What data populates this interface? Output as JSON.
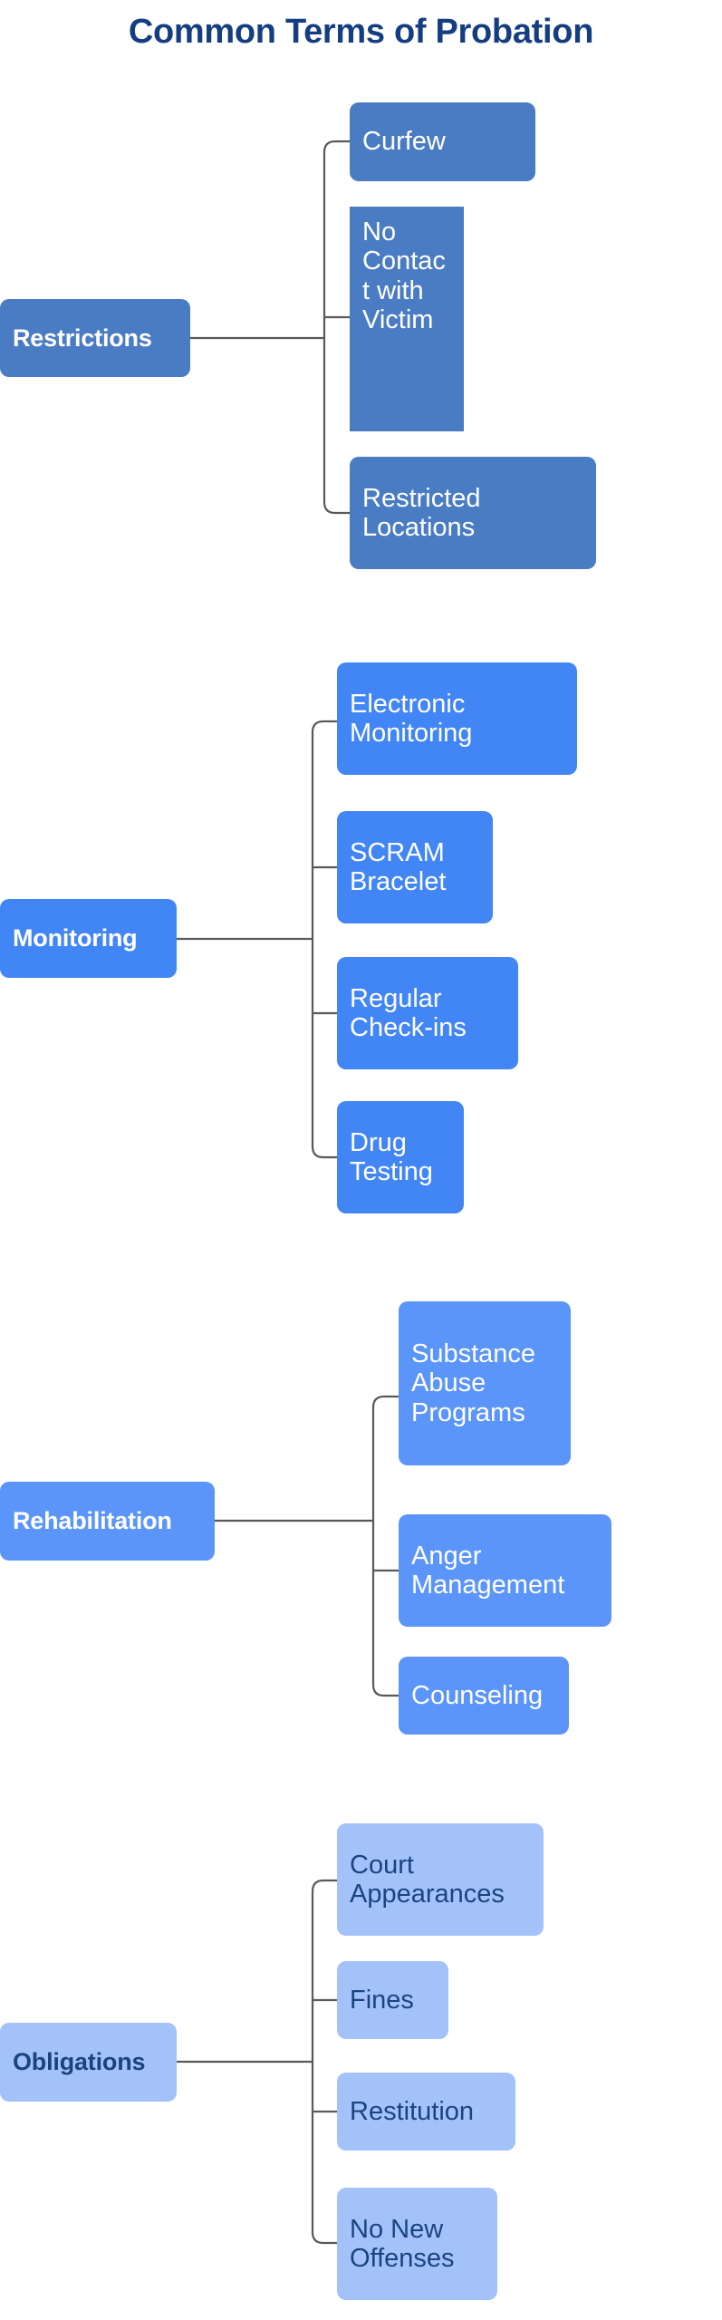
{
  "page": {
    "title": "Common Terms of Probation",
    "background_color": "#ffffff",
    "title_color": "#153e82",
    "connector_color": "#595959"
  },
  "diagram": {
    "type": "mind-map",
    "orientation": "parent-left-children-right",
    "groups": [
      {
        "id": "restrictions",
        "parent_label": "Restrictions",
        "fill_color": "#4a7cc4",
        "text_color": "#ffffff",
        "children": [
          {
            "label": "Curfew"
          },
          {
            "label": "No Contact with Victim"
          },
          {
            "label": "Restricted Locations"
          }
        ]
      },
      {
        "id": "monitoring",
        "parent_label": "Monitoring",
        "fill_color": "#4285f4",
        "text_color": "#ffffff",
        "children": [
          {
            "label": "Electronic Monitoring"
          },
          {
            "label": "SCRAM Bracelet"
          },
          {
            "label": "Regular Check-ins"
          },
          {
            "label": "Drug Testing"
          }
        ]
      },
      {
        "id": "rehabilitation",
        "parent_label": "Rehabilitation",
        "fill_color": "#5b95f9",
        "text_color": "#ffffff",
        "children": [
          {
            "label": "Substance Abuse Programs"
          },
          {
            "label": "Anger Management"
          },
          {
            "label": "Counseling"
          }
        ]
      },
      {
        "id": "obligations",
        "parent_label": "Obligations",
        "fill_color": "#a4c2fa",
        "text_color": "#1a4480",
        "children": [
          {
            "label": "Court Appearances"
          },
          {
            "label": "Fines"
          },
          {
            "label": "Restitution"
          },
          {
            "label": "No New Offenses"
          }
        ]
      }
    ]
  }
}
